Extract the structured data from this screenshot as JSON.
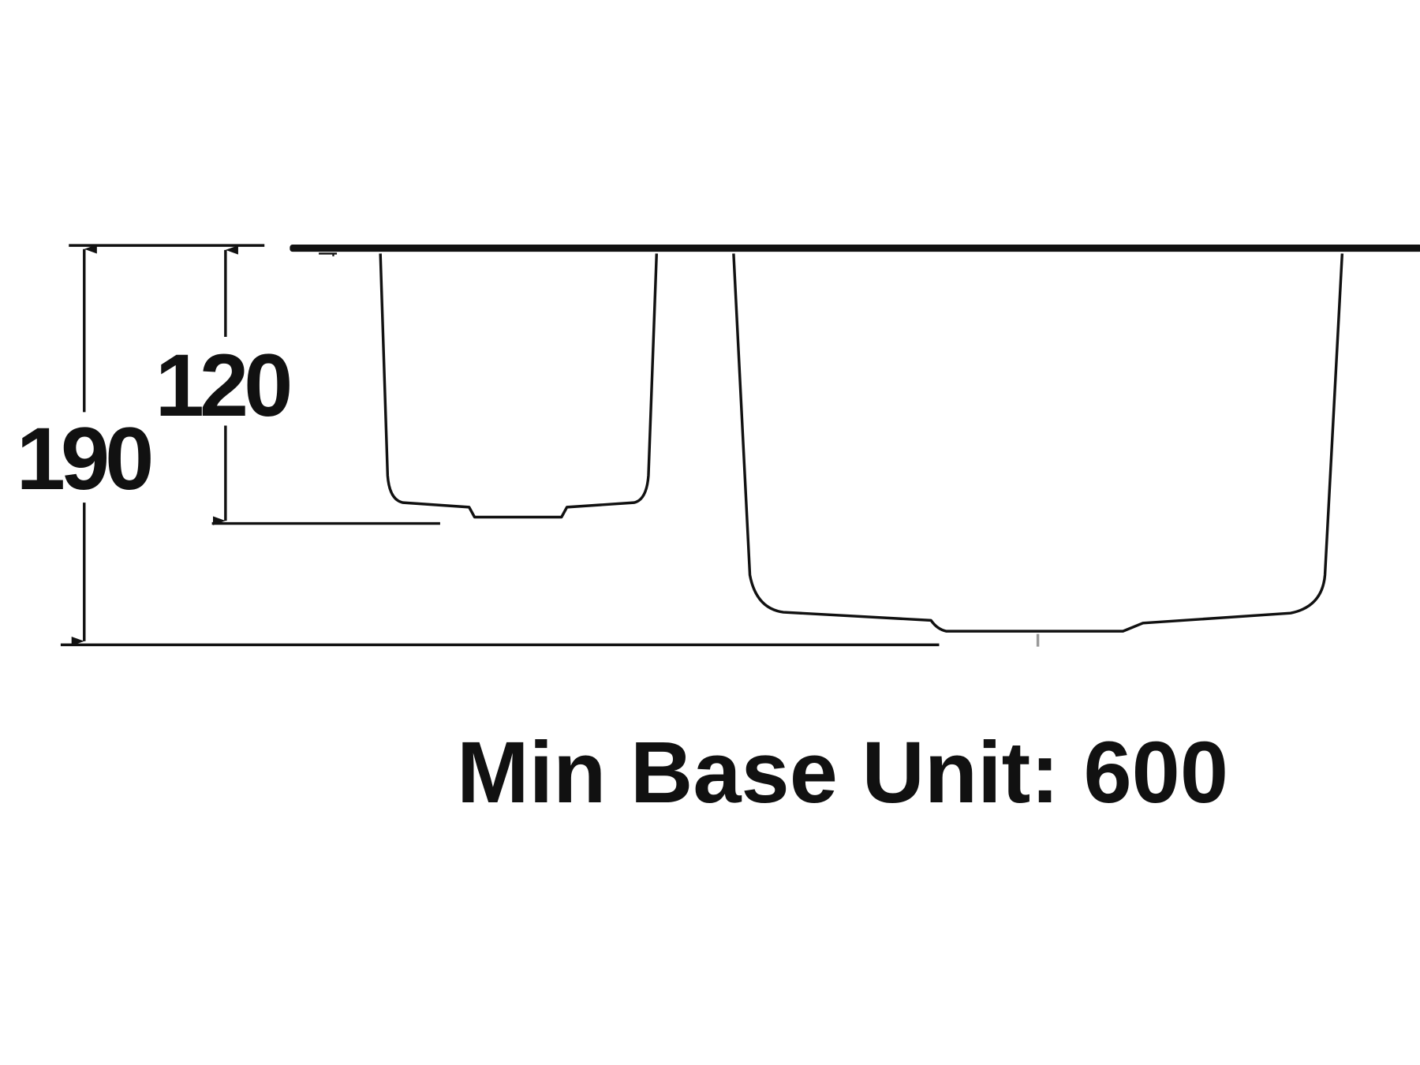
{
  "dimensions": {
    "overall_depth": "190",
    "small_bowl_depth": "120"
  },
  "caption": "Min Base Unit: 600",
  "colors": {
    "line": "#111111",
    "background": "#ffffff"
  }
}
